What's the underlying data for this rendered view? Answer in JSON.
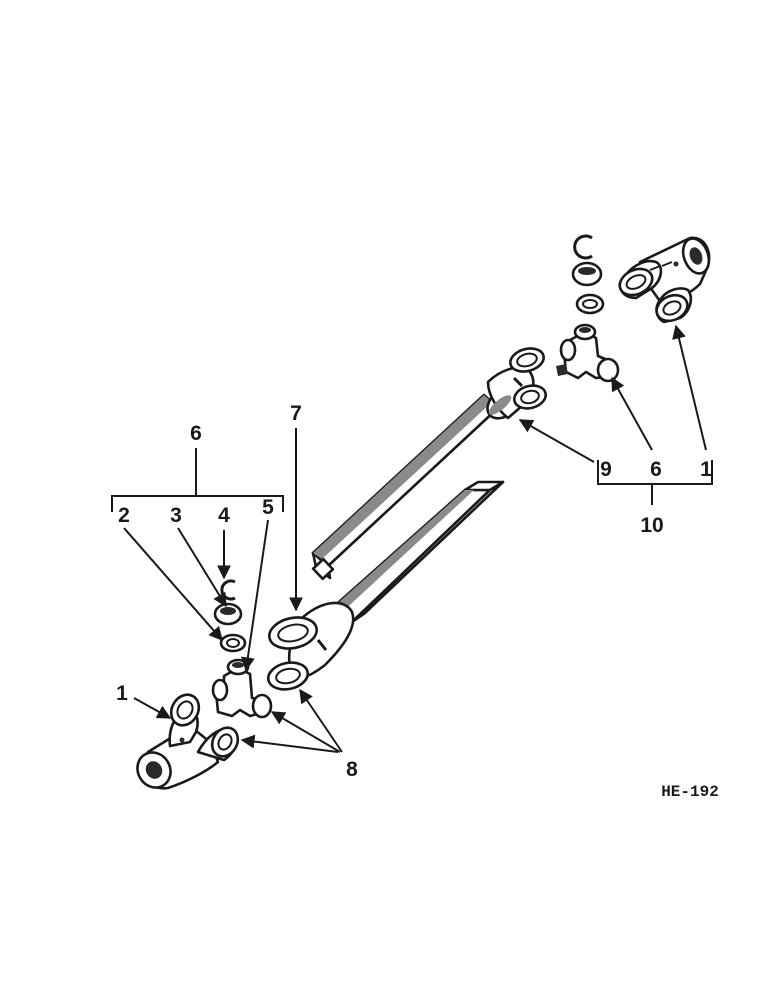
{
  "diagram": {
    "drawing_code": "HE-192",
    "callouts": {
      "group_left": "6",
      "item_2": "2",
      "item_3": "3",
      "item_4": "4",
      "item_5": "5",
      "item_1_left": "1",
      "item_7": "7",
      "item_8": "8",
      "item_9": "9",
      "item_6_right": "6",
      "item_1_right": "1",
      "group_right": "10"
    }
  }
}
